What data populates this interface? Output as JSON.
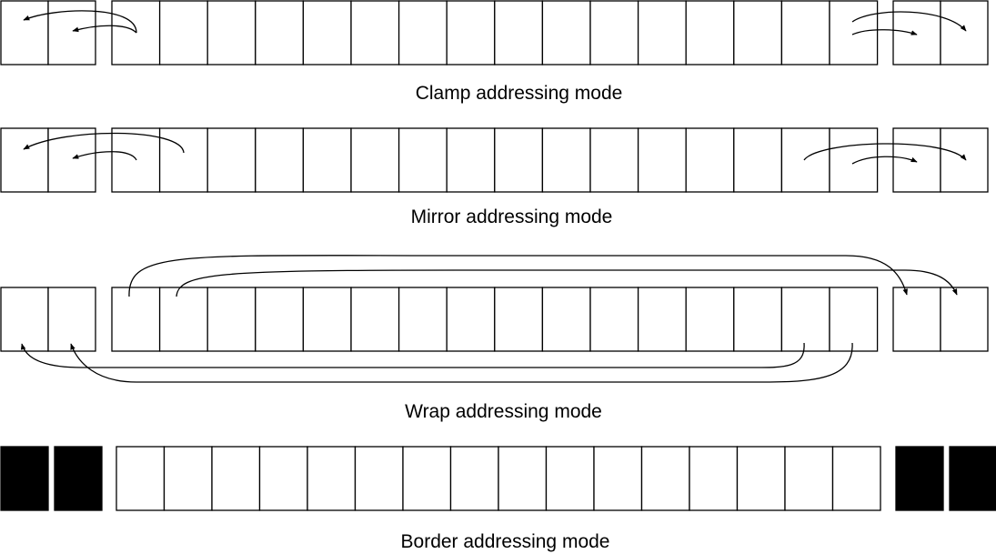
{
  "colors": {
    "line": "#000000",
    "cell_fill": "#ffffff",
    "border_fill": "#000000",
    "background": "#ffffff"
  },
  "diagram": {
    "texel_count": 16,
    "padding_cells_each_side": 2
  },
  "rows": [
    {
      "id": "clamp",
      "caption": "Clamp addressing mode",
      "padding_style": "outline"
    },
    {
      "id": "mirror",
      "caption": "Mirror addressing mode",
      "padding_style": "outline"
    },
    {
      "id": "wrap",
      "caption": "Wrap addressing mode",
      "padding_style": "outline"
    },
    {
      "id": "border",
      "caption": "Border addressing mode",
      "padding_style": "filled-black"
    }
  ]
}
